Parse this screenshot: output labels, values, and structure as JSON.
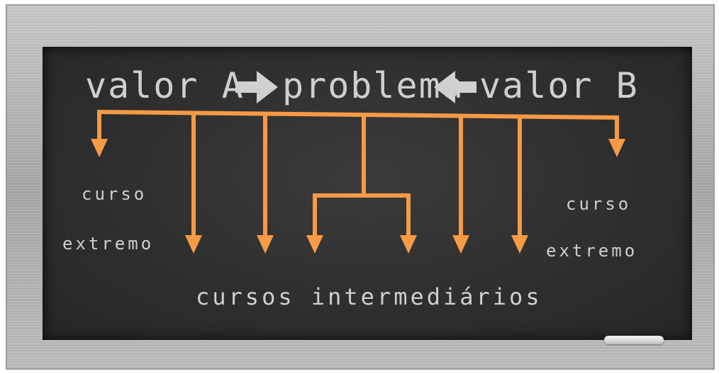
{
  "title": {
    "left": "valor A",
    "center": "problema",
    "right": "valor B"
  },
  "labels": {
    "left_line1": "curso",
    "left_line2": "extremo",
    "right_line1": "curso",
    "right_line2": "extremo",
    "bottom": "cursos intermediários"
  },
  "colors": {
    "connector": "#f79a45",
    "chalk_text": "#cfcfcf",
    "board": "#2f2f2f"
  },
  "icons": {
    "title_left_arrow": "arrow-right-icon",
    "title_right_arrow": "arrow-left-icon"
  }
}
